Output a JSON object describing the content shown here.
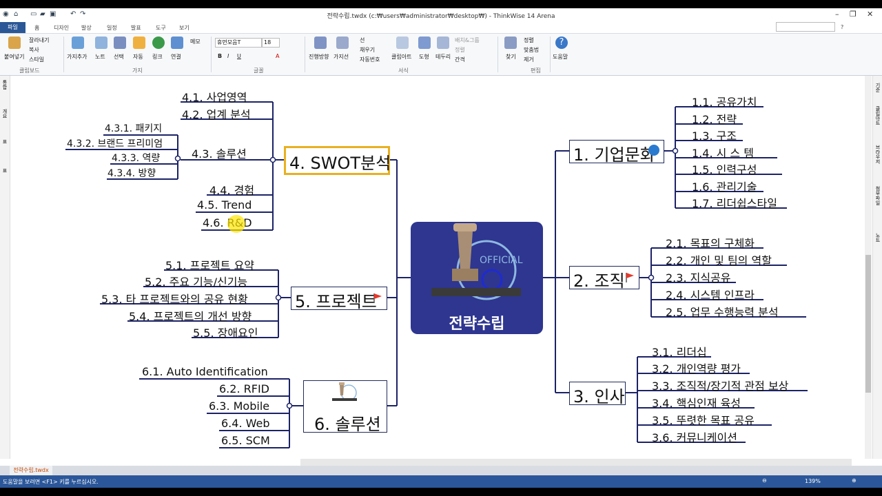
{
  "window": {
    "title": "전략수립.twdx (c:₩users₩administrator₩desktop₩) - ThinkWise 14 Arena",
    "min_label": "–",
    "restore_label": "❐",
    "close_label": "✕"
  },
  "ribbon_tabs": [
    "파일",
    "홈",
    "디자인",
    "발상",
    "일정",
    "발표",
    "도구",
    "보기"
  ],
  "ribbon": {
    "paste": "붙여넣기",
    "cut": "잘라내기",
    "copy": "복사",
    "style": "스타일",
    "clipboard_group": "클립보드",
    "add_branch": "가지추가",
    "note": "노트",
    "select": "선택",
    "auto": "자동",
    "link": "링크",
    "connect": "연결",
    "memo": "메모",
    "branch_group": "가지",
    "font_name": "휴먼모음T",
    "font_size": "18",
    "font_group": "글꼴",
    "direction": "진행방향",
    "branch_line": "가지선",
    "line": "선",
    "fill": "채우기",
    "auto_number": "자동번호",
    "clipart": "클립아트",
    "shape": "도형",
    "border": "테두리",
    "bg_group": "배치&그룹",
    "align": "정렬",
    "spacing": "간격",
    "format_group": "서식",
    "find": "찾기",
    "sort": "정렬",
    "spell": "맞춤법",
    "remove": "제거",
    "edit_group": "편집",
    "help": "도움말"
  },
  "side_panel_left": [
    "통합",
    "개요",
    "표",
    "표"
  ],
  "side_panel_right": [
    "기준",
    "클립아트",
    "브라우저",
    "첨부파일",
    "노트"
  ],
  "central": {
    "title": "전략수립",
    "stamp_text": "OFFICIAL"
  },
  "branches": {
    "b1": {
      "label": "1.  기업문화",
      "items": [
        "1.1.  공유가치",
        "1.2.  전략",
        "1.3.  구조",
        "1.4.  시  스    템",
        "1.5.  인력구성",
        "1.6.  관리기술",
        "1.7.  리더쉽스타일"
      ]
    },
    "b2": {
      "label": "2.  조직",
      "items": [
        "2.1.  목표의  구체화",
        "2.2.  개인  및  팀의  역할",
        "2.3.  지식공유",
        "2.4.  시스템  인프라",
        "2.5.  업무  수행능력  분석"
      ]
    },
    "b3": {
      "label": "3.  인사",
      "items": [
        "3.1.  리더십",
        "3.2.  개인역량  평가",
        "3.3.  조직적/장기적  관점  보상",
        "3.4.  핵심인재  육성",
        "3.5.  뚜렷한  목표  공유",
        "3.6.  커뮤니케이션"
      ]
    },
    "b4": {
      "label": "4.  SWOT분석",
      "items": [
        "4.1.  사업영역",
        "4.2.  업계  분석",
        "4.3.  솔루션",
        "4.4.  경험",
        "4.5.  Trend",
        "4.6.  R&D"
      ],
      "sub": [
        "4.3.1.  패키지",
        "4.3.2.  브랜드  프리미엄",
        "4.3.3.  역량",
        "4.3.4.  방향"
      ]
    },
    "b5": {
      "label": "5.  프로젝트",
      "items": [
        "5.1.  프로젝트  요약",
        "5.2.  주요  기능/신기능",
        "5.3.  타  프로젝트와의  공유  현황",
        "5.4.  프로젝트의  개선  방향",
        "5.5.  장애요인"
      ]
    },
    "b6": {
      "label": "6.  솔루션",
      "items": [
        "6.1.  Auto  Identification",
        "6.2.  RFID",
        "6.3.  Mobile",
        "6.4.  Web",
        "6.5.  SCM"
      ]
    }
  },
  "document_tab": "전략수립.twdx",
  "status": {
    "hint": "도움말을 보려면 <F1> 키를 누르십시오.",
    "zoom": "139%"
  },
  "colors": {
    "central_bg": "#2e3690",
    "line": "#1b2266",
    "selection": "#e8b020",
    "flag": "#e8392a",
    "statusbar": "#2b579a"
  }
}
